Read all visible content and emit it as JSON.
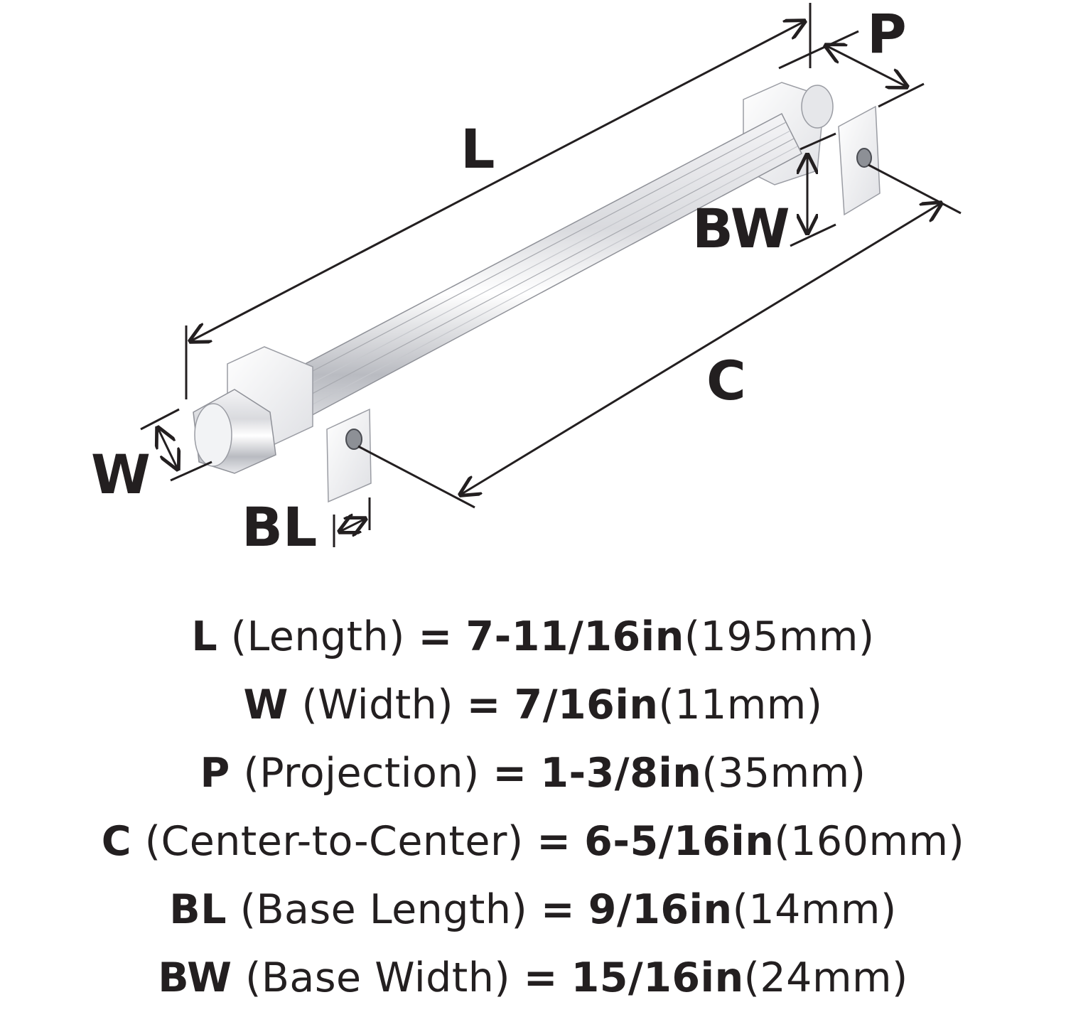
{
  "diagram": {
    "labels": {
      "L": "L",
      "P": "P",
      "BW": "BW",
      "C": "C",
      "W": "W",
      "BL": "BL"
    }
  },
  "specs": [
    {
      "key": "L",
      "name": "(Length)",
      "eq": "=",
      "value": "7-11/16in",
      "metric": "(195mm)"
    },
    {
      "key": "W",
      "name": "(Width)",
      "eq": "=",
      "value": "7/16in",
      "metric": "(11mm)"
    },
    {
      "key": "P",
      "name": "(Projection)",
      "eq": "=",
      "value": "1-3/8in",
      "metric": "(35mm)"
    },
    {
      "key": "C",
      "name": "(Center-to-Center)",
      "eq": "=",
      "value": "6-5/16in",
      "metric": "(160mm)"
    },
    {
      "key": "BL",
      "name": "(Base Length)",
      "eq": "=",
      "value": "9/16in",
      "metric": "(14mm)"
    },
    {
      "key": "BW",
      "name": "(Base Width)",
      "eq": "=",
      "value": "15/16in",
      "metric": "(24mm)"
    }
  ]
}
